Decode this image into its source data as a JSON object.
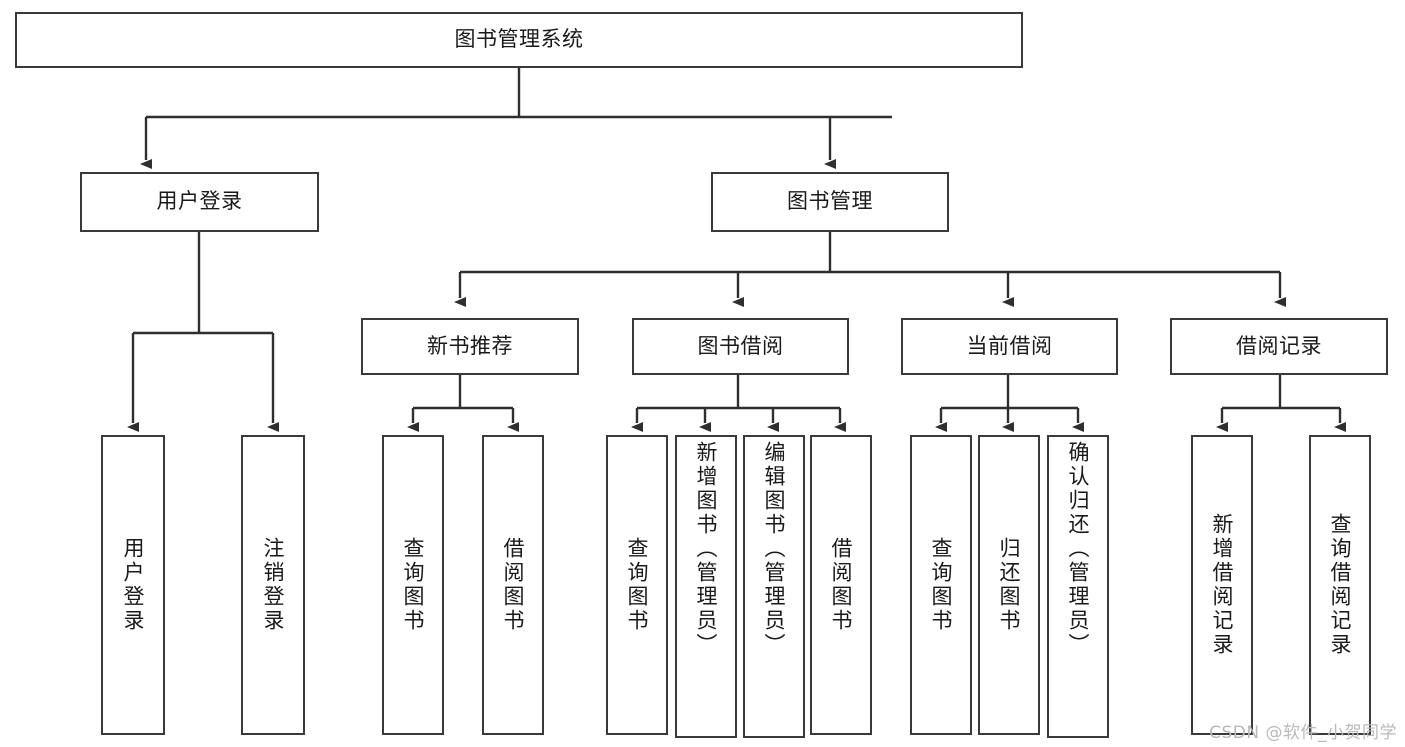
{
  "diagram": {
    "title": "图书管理系统",
    "type": "functional-structure-tree",
    "watermark": "CSDN @软件_小贺同学",
    "colors": {
      "box_border": "#3a3a3a",
      "box_fill": "#ffffff",
      "edge": "#2f2f2f",
      "text": "#1a1a1a",
      "watermark": "#b9b9b9"
    }
  },
  "nodes": {
    "root": {
      "label": "图书管理系统",
      "level": 1,
      "orientation": "horizontal"
    },
    "level2": [
      {
        "id": "user-login",
        "label": "用户登录"
      },
      {
        "id": "book-management",
        "label": "图书管理"
      }
    ],
    "level3": [
      {
        "id": "new-book-recommend",
        "label": "新书推荐"
      },
      {
        "id": "book-borrow",
        "label": "图书借阅"
      },
      {
        "id": "current-borrow",
        "label": "当前借阅"
      },
      {
        "id": "borrow-record",
        "label": "借阅记录"
      }
    ],
    "leaves": {
      "user-login": [
        {
          "id": "leaf-user-login",
          "label": "用户登录"
        },
        {
          "id": "leaf-logout",
          "label": "注销登录"
        }
      ],
      "new-book-recommend": [
        {
          "id": "leaf-query-book-1",
          "label": "查询图书"
        },
        {
          "id": "leaf-borrow-book-1",
          "label": "借阅图书"
        }
      ],
      "book-borrow": [
        {
          "id": "leaf-query-book-2",
          "label": "查询图书"
        },
        {
          "id": "leaf-add-book",
          "label": "新增图书（管理员）"
        },
        {
          "id": "leaf-edit-book",
          "label": "编辑图书（管理员）"
        },
        {
          "id": "leaf-borrow-book-2",
          "label": "借阅图书"
        }
      ],
      "current-borrow": [
        {
          "id": "leaf-query-book-3",
          "label": "查询图书"
        },
        {
          "id": "leaf-return-book",
          "label": "归还图书"
        },
        {
          "id": "leaf-confirm-return",
          "label": "确认归还（管理员）"
        }
      ],
      "borrow-record": [
        {
          "id": "leaf-add-record",
          "label": "新增借阅记录"
        },
        {
          "id": "leaf-query-record",
          "label": "查询借阅记录"
        }
      ]
    }
  }
}
